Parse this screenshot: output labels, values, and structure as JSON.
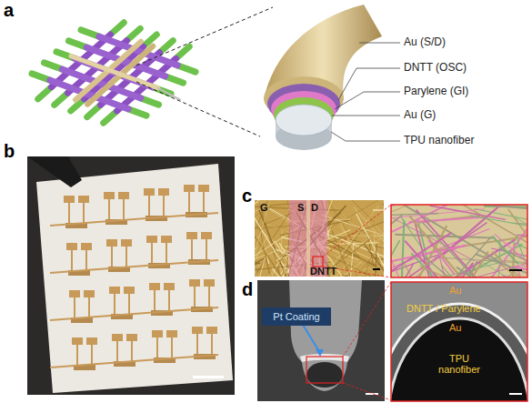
{
  "diagram": {
    "nodes": [
      {
        "text": [
          "Pt Coating"
        ]
      }
    ],
    "labels": [
      "a",
      "Au (S/D)",
      "DNTT (OSC)",
      "Parylene (GI)",
      "Au (G)",
      "TPU nanofiber",
      "b",
      "c",
      "G",
      "S",
      "D",
      "DNTT",
      "d",
      "Au",
      "DNTT / Parylene",
      "Au",
      "TPU nanofiber"
    ]
  }
}
